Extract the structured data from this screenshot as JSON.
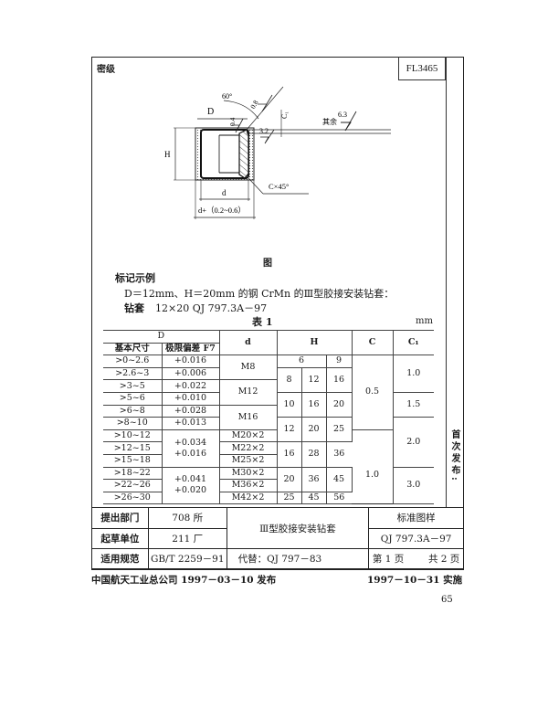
{
  "header": {
    "secrecy_label": "密级",
    "code": "FL3465"
  },
  "side_strip": {
    "text": "首次发布:"
  },
  "figure": {
    "caption": "图",
    "labels": {
      "angle": "60°",
      "roughness_bore": "0.8",
      "roughness_top": "0.4",
      "roughness_chamfer": "3.2",
      "roughness_rest": "6.3",
      "rest_label": "其余",
      "D": "D",
      "C1": "C₁",
      "H": "H",
      "d": "d",
      "outer": "d+（0.2~0.6）",
      "chamfer": "C×45°"
    }
  },
  "marking": {
    "title": "标记示例",
    "line1": "D＝12mm、H＝20mm 的钢 CrMn 的Ⅲ型胶接安装钻套：",
    "line2_label": "钻套",
    "line2_value": "12×20   QJ 797.3A－97"
  },
  "table": {
    "title": "表 1",
    "unit": "mm",
    "headers": {
      "D": "D",
      "basic_size": "基本尺寸",
      "tolerance": "极限偏差 F7",
      "d": "d",
      "H": "H",
      "C": "C",
      "C1": "C₁"
    },
    "rows": [
      {
        "basic": ">0~2.6",
        "tol": "+0.016"
      },
      {
        "basic": ">2.6~3",
        "tol": "+0.006"
      },
      {
        "basic": ">3~5",
        "tol": "+0.022"
      },
      {
        "basic": ">5~6",
        "tol": "+0.010"
      },
      {
        "basic": ">6~8",
        "tol": "+0.028"
      },
      {
        "basic": ">8~10",
        "tol": "+0.013"
      },
      {
        "basic": ">10~12",
        "tol": ""
      },
      {
        "basic": ">12~15",
        "tol": ""
      },
      {
        "basic": ">15~18",
        "tol": ""
      },
      {
        "basic": ">18~22",
        "tol": ""
      },
      {
        "basic": ">22~26",
        "tol": ""
      },
      {
        "basic": ">26~30",
        "tol": ""
      }
    ],
    "tol_group_10_18": [
      "+0.034",
      "+0.016"
    ],
    "tol_group_18_30": [
      "+0.041",
      "+0.020"
    ],
    "d_values": [
      "M8",
      "M12",
      "M16",
      "M20×2",
      "M22×2",
      "M25×2",
      "M30×2",
      "M36×2",
      "M42×2"
    ],
    "H_rows": [
      [
        "6",
        "9"
      ],
      [
        "8",
        "12",
        "16"
      ],
      [
        "10",
        "16",
        "20"
      ],
      [
        "12",
        "20",
        "25"
      ],
      [
        "16",
        "28",
        "36"
      ],
      [
        "20",
        "36",
        "45"
      ],
      [
        "25",
        "45",
        "56"
      ]
    ],
    "C_values": [
      "0.5",
      "1.0"
    ],
    "C1_values": [
      "1.0",
      "1.5",
      "2.0",
      "3.0"
    ]
  },
  "title_block": {
    "proposer_label": "提出部门",
    "proposer_value": "708 所",
    "drafter_label": "起草单位",
    "drafter_value": "211 厂",
    "applicable_label": "适用规范",
    "applicable_value": "GB/T 2259－91",
    "name": "Ⅲ型胶接安装钻套",
    "replaces": "代替：QJ 797－83",
    "type": "标准图样",
    "number": "QJ 797.3A－97",
    "page": "第 1 页",
    "total": "共 2 页"
  },
  "footer": {
    "issued": "中国航天工业总公司 1997－03－10 发布",
    "effective": "1997－10－31 实施",
    "page_number": "65"
  }
}
